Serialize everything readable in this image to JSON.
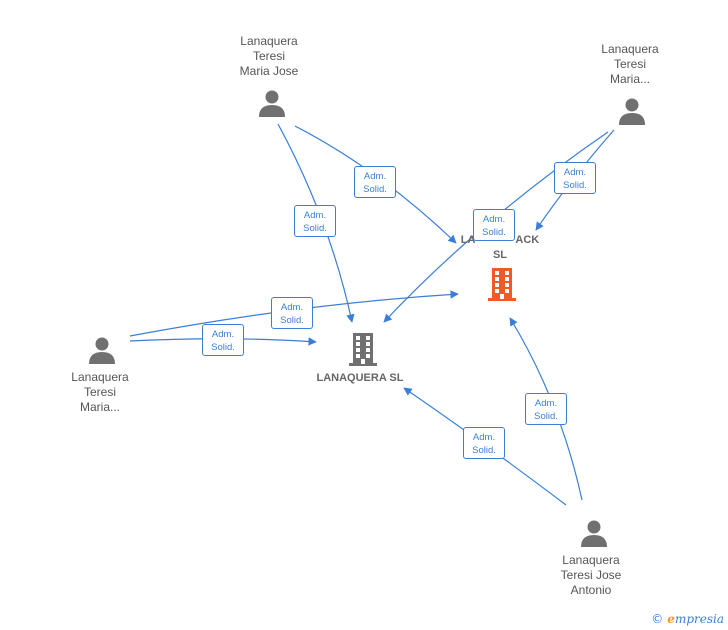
{
  "colors": {
    "edge": "#3a7fd5",
    "person": "#707070",
    "company_main": "#f05a28",
    "company": "#707070"
  },
  "nodes": {
    "person_top_left": {
      "lines": [
        "Lanaquera",
        "Teresi",
        "Maria Jose"
      ],
      "icon": "person-icon"
    },
    "person_top_right": {
      "lines": [
        "Lanaquera",
        "Teresi",
        "Maria..."
      ],
      "icon": "person-icon"
    },
    "person_left": {
      "lines": [
        "Lanaquera",
        "Teresi",
        "Maria..."
      ],
      "icon": "person-icon"
    },
    "person_bottom": {
      "lines": [
        "Lanaquera",
        "Teresi Jose",
        "Antonio"
      ],
      "icon": "person-icon"
    },
    "company_main": {
      "lines": [
        "LA",
        "ACK",
        "SL"
      ],
      "icon": "building-icon"
    },
    "company_lanaquera": {
      "lines": [
        "LANAQUERA SL"
      ],
      "icon": "building-icon"
    }
  },
  "edge_label": {
    "line1": "Adm.",
    "line2": "Solid."
  },
  "footer": {
    "copyright": "©",
    "brand_first": "e",
    "brand_rest": "mpresia"
  }
}
